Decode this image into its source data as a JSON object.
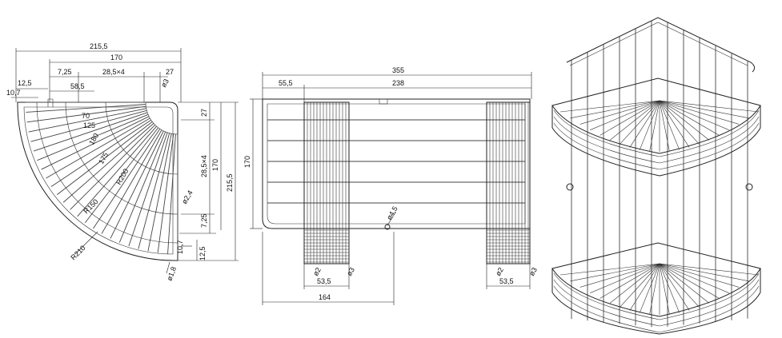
{
  "views": {
    "top_view": {
      "labels": {
        "overall_width": "215,5",
        "inner_width": "170",
        "offset_12_5": "12,5",
        "offset_10_7": "10,7",
        "offset_7_25": "7,25",
        "pitch_x": "28,5×4",
        "offset_27": "27",
        "offset_58_5": "58,5",
        "wire_dia_3": "ø3",
        "r70": "70",
        "r125": "125",
        "r180": "180",
        "r175": "175",
        "r200": "R200",
        "r150": "R150",
        "r210": "R210",
        "side_27": "27",
        "side_pitch": "28,5×4",
        "side_170": "170",
        "side_215_5": "215,5",
        "side_7_25": "7,25",
        "wire_dia_2_4": "ø2,4",
        "side_10_7": "10,7",
        "side_12_5": "12,5",
        "wire_dia_1_8": "ø1,8"
      }
    },
    "front_view": {
      "labels": {
        "overall_length": "355",
        "offset_55_5": "55,5",
        "span_238": "238",
        "height_170": "170",
        "hole_dia": "ø4,5",
        "left_wire_2": "ø2",
        "left_wire_3": "ø3",
        "left_bracket_width": "53,5",
        "right_wire_2": "ø2",
        "right_wire_3": "ø3",
        "right_bracket_width": "53,5",
        "bottom_164": "164"
      }
    },
    "perspective_view": {
      "label": ""
    }
  }
}
